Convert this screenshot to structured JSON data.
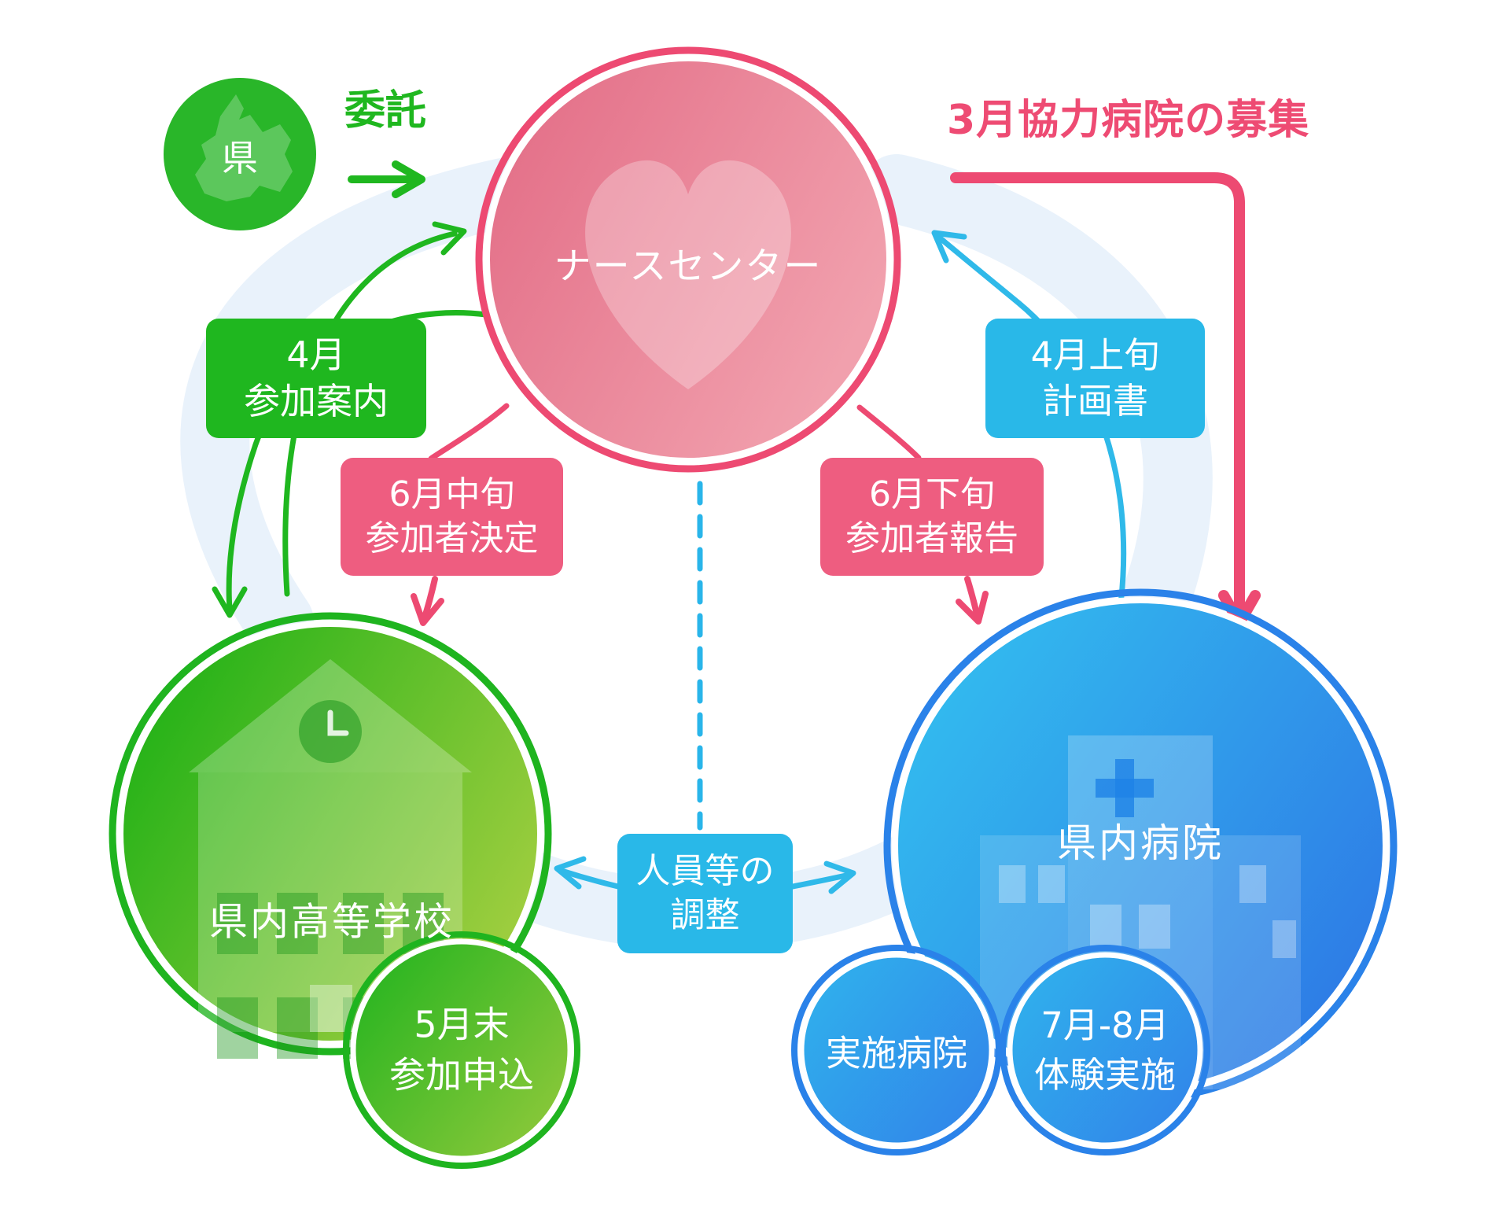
{
  "colors": {
    "green": "#1fb71f",
    "green_circle": "#29b629",
    "pink": "#ed4a72",
    "pink_label": "#ee5d80",
    "blue_label": "#29b8e8",
    "blue_arrow": "#2fb9e9",
    "blue_border": "#2a82e9",
    "ring": "#e9f2fb",
    "white": "#ffffff"
  },
  "nodes": {
    "prefecture": {
      "label": "県"
    },
    "nurse_center": {
      "label": "ナースセンター"
    },
    "school": {
      "label": "県内高等学校"
    },
    "hospital": {
      "label": "県内病院"
    },
    "apply": {
      "line1": "5月末",
      "line2": "参加申込"
    },
    "impl_hospital": {
      "label": "実施病院"
    },
    "experience": {
      "line1": "7月-8月",
      "line2": "体験実施"
    }
  },
  "headings": {
    "commission": "委託",
    "recruit": "3月協力病院の募集"
  },
  "labels": {
    "april_guide": {
      "line1": "4月",
      "line2": "参加案内"
    },
    "june_mid": {
      "line1": "6月中旬",
      "line2": "参加者決定"
    },
    "june_late": {
      "line1": "6月下旬",
      "line2": "参加者報告"
    },
    "april_plan": {
      "line1": "4月上旬",
      "line2": "計画書"
    },
    "adjust": {
      "line1": "人員等の",
      "line2": "調整"
    }
  },
  "icons": {
    "heart": "heart-icon",
    "school": "school-building-icon",
    "hospital": "hospital-building-icon",
    "map": "prefecture-map-icon"
  }
}
